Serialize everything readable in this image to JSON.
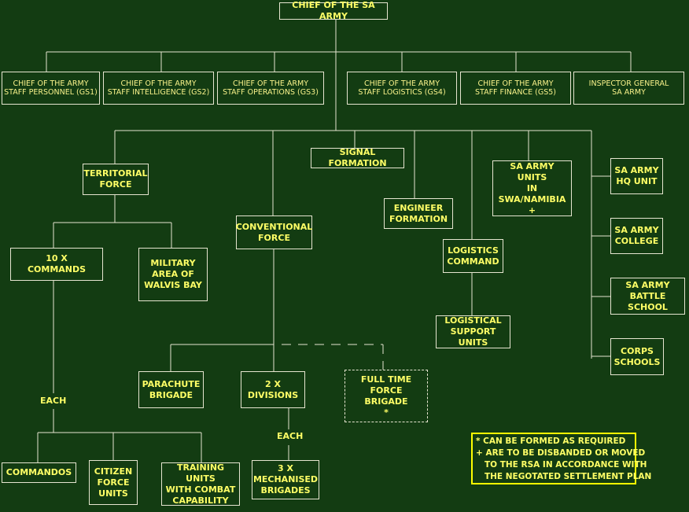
{
  "chief": "CHIEF OF THE SA ARMY",
  "staff": {
    "gs1": "CHIEF OF THE ARMY\nSTAFF PERSONNEL (GS1)",
    "gs2": "CHIEF OF THE ARMY\nSTAFF INTELLIGENCE (GS2)",
    "gs3": "CHIEF OF THE ARMY\nSTAFF OPERATIONS (GS3)",
    "gs4": "CHIEF OF THE ARMY\nSTAFF LOGISTICS (GS4)",
    "gs5": "CHIEF OF THE ARMY\nSTAFF FINANCE (GS5)",
    "inspector": "INSPECTOR GENERAL\nSA ARMY"
  },
  "units": {
    "territorial_force": "TERRITORIAL\nFORCE",
    "signal_formation": "SIGNAL FORMATION",
    "engineer_formation": "ENGINEER\nFORMATION",
    "conventional_force": "CONVENTIONAL\nFORCE",
    "swa_units": "SA ARMY UNITS\nIN SWA/NAMIBIA\n+",
    "hq_unit": "SA ARMY\nHQ UNIT",
    "college": "SA ARMY\nCOLLEGE",
    "battle_school": "SA ARMY\nBATTLE SCHOOL",
    "corps_schools": "CORPS\nSCHOOLS",
    "commands": "10 X\nCOMMANDS",
    "walvis_bay": "MILITARY\nAREA OF\nWALVIS BAY",
    "logistics_command": "LOGISTICS\nCOMMAND",
    "logistical_support": "LOGISTICAL\nSUPPORT UNITS",
    "parachute_brigade": "PARACHUTE\nBRIGADE",
    "divisions": "2 X\nDIVISIONS",
    "full_time_brigade": "FULL TIME FORCE\nBRIGADE\n*",
    "commandos": "COMMANDOS",
    "citizen_force": "CITIZEN\nFORCE\nUNITS",
    "training_units": "TRAINING UNITS\nWITH COMBAT\nCAPABILITY",
    "mech_brigades": "3 X\nMECHANISED\nBRIGADES"
  },
  "labels": {
    "each_left": "EACH",
    "each_mid": "EACH"
  },
  "notes": [
    "* CAN BE FORMED AS REQUIRED",
    "+ ARE TO BE DISBANDED OR MOVED",
    "   TO THE RSA IN ACCORDANCE WITH",
    "   THE NEGOTATED SETTLEMENT PLAN"
  ],
  "colors": {
    "background": "#133c12",
    "text": "#ffff66",
    "lines": "#e6e5d0",
    "note_border": "#ffff00"
  }
}
